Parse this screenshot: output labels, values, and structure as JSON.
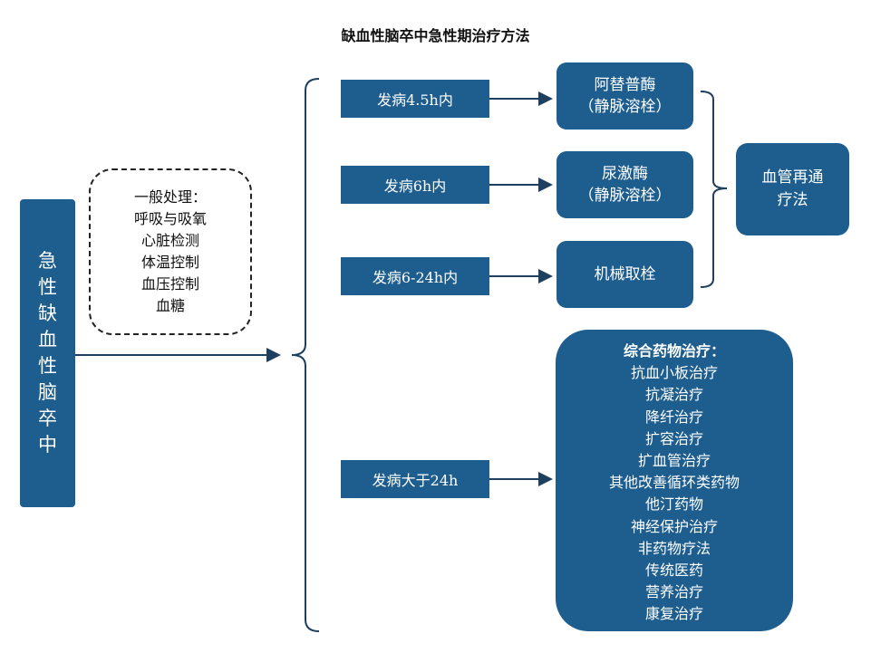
{
  "title": "缺血性脑卒中急性期治疗方法",
  "left_box": [
    "急",
    "性",
    "缺",
    "血",
    "性",
    "脑",
    "卒",
    "中"
  ],
  "general": {
    "heading": "一般处理：",
    "items": [
      "呼吸与吸氧",
      "心脏检测",
      "体温控制",
      "血压控制",
      "血糖"
    ]
  },
  "time_windows": [
    "发病4.5h内",
    "发病6h内",
    "发病6-24h内",
    "发病大于24h"
  ],
  "treatments": [
    {
      "name": "阿替普酶",
      "note": "（静脉溶栓）"
    },
    {
      "name": "尿激酶",
      "note": "（静脉溶栓）"
    },
    {
      "name": "机械取栓"
    }
  ],
  "revascularization": [
    "血管再通",
    "疗法"
  ],
  "drug_therapy": {
    "heading": "综合药物治疗：",
    "items": [
      "抗血小板治疗",
      "抗凝治疗",
      "降纤治疗",
      "扩容治疗",
      "扩血管治疗",
      "其他改善循环类药物",
      "他汀药物",
      "神经保护治疗",
      "非药物疗法",
      "传统医药",
      "营养治疗",
      "康复治疗"
    ]
  },
  "colors": {
    "box": "#1e5e8f",
    "line": "#1e3f5f"
  }
}
